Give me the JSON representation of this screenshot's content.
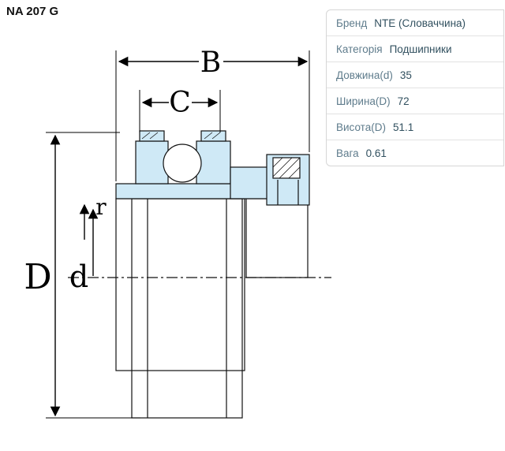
{
  "page": {
    "title": "NA 207 G"
  },
  "specs": {
    "rows": [
      {
        "label": "Бренд",
        "value": "NTE (Словаччина)"
      },
      {
        "label": "Категорія",
        "value": "Подшипники"
      },
      {
        "label": "Довжина(d)",
        "value": "35"
      },
      {
        "label": "Ширина(D)",
        "value": "72"
      },
      {
        "label": "Висота(D)",
        "value": "51.1"
      },
      {
        "label": "Вага",
        "value": "0.61"
      }
    ]
  },
  "drawing": {
    "labels": {
      "B": "B",
      "C": "C",
      "D": "D",
      "d": "d",
      "r": "r"
    },
    "colors": {
      "fill": "#cfe9f6",
      "stroke": "#111111"
    }
  }
}
